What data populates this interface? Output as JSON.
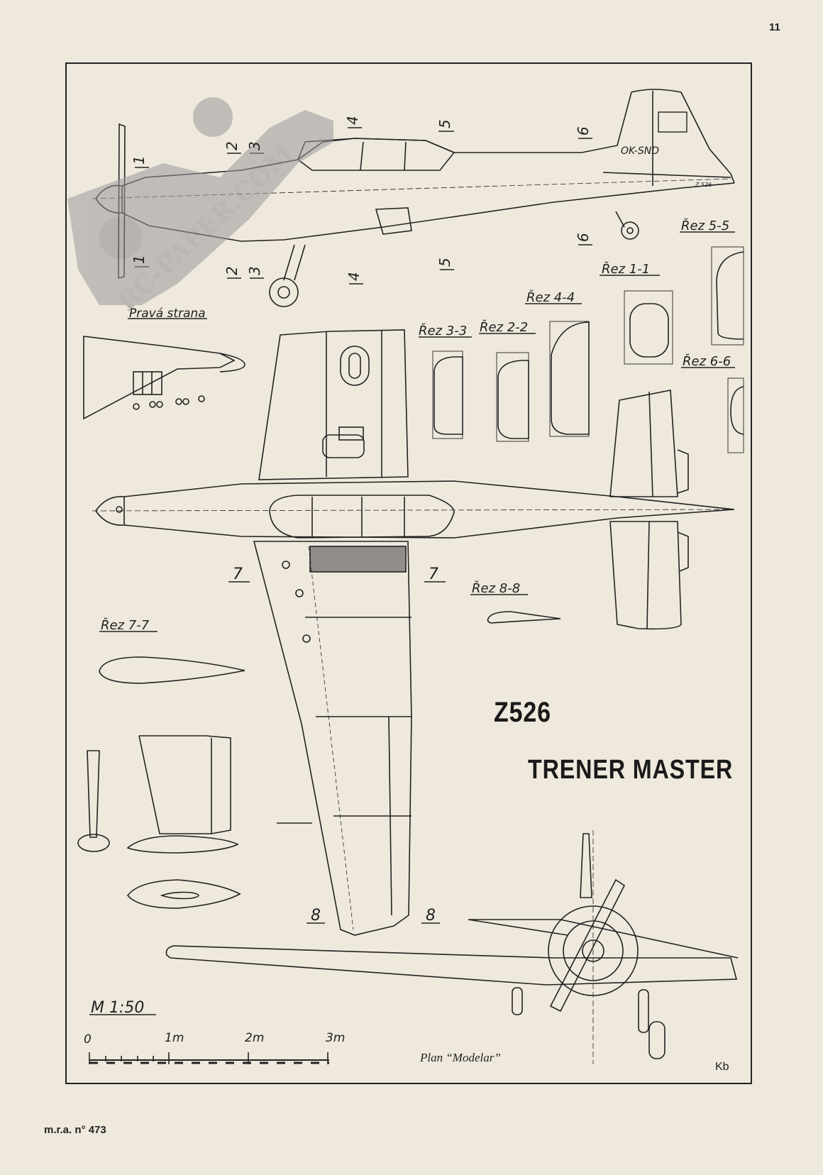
{
  "page": {
    "number": "11",
    "footer": "m.r.a. n° 473"
  },
  "title": {
    "model": "Z526",
    "name": "TRENER MASTER"
  },
  "side_view": {
    "label": "Pravá strana",
    "registration": "OK-SND",
    "tail_code": "Z 526"
  },
  "station_marks": [
    "1",
    "2",
    "3",
    "4",
    "5",
    "6",
    "7",
    "8"
  ],
  "sections": [
    {
      "id": "1-1",
      "label": "Řez 1-1"
    },
    {
      "id": "2-2",
      "label": "Řez 2-2"
    },
    {
      "id": "3-3",
      "label": "Řez 3-3"
    },
    {
      "id": "4-4",
      "label": "Řez 4-4"
    },
    {
      "id": "5-5",
      "label": "Řez 5-5"
    },
    {
      "id": "6-6",
      "label": "Řez 6-6"
    },
    {
      "id": "7-7",
      "label": "Řez 7-7"
    },
    {
      "id": "8-8",
      "label": "Řez 8-8"
    }
  ],
  "scale": {
    "label": "M 1:50",
    "ticks": [
      "0",
      "1m",
      "2m",
      "3m"
    ]
  },
  "credit": {
    "plan": "Plan “Modelar”",
    "author": "Kb"
  },
  "watermark": {
    "text": "RC-PAPER.COM"
  },
  "colors": {
    "ink": "#222222",
    "paper": "#efe9dd",
    "watermark": "#9a9a9a"
  }
}
